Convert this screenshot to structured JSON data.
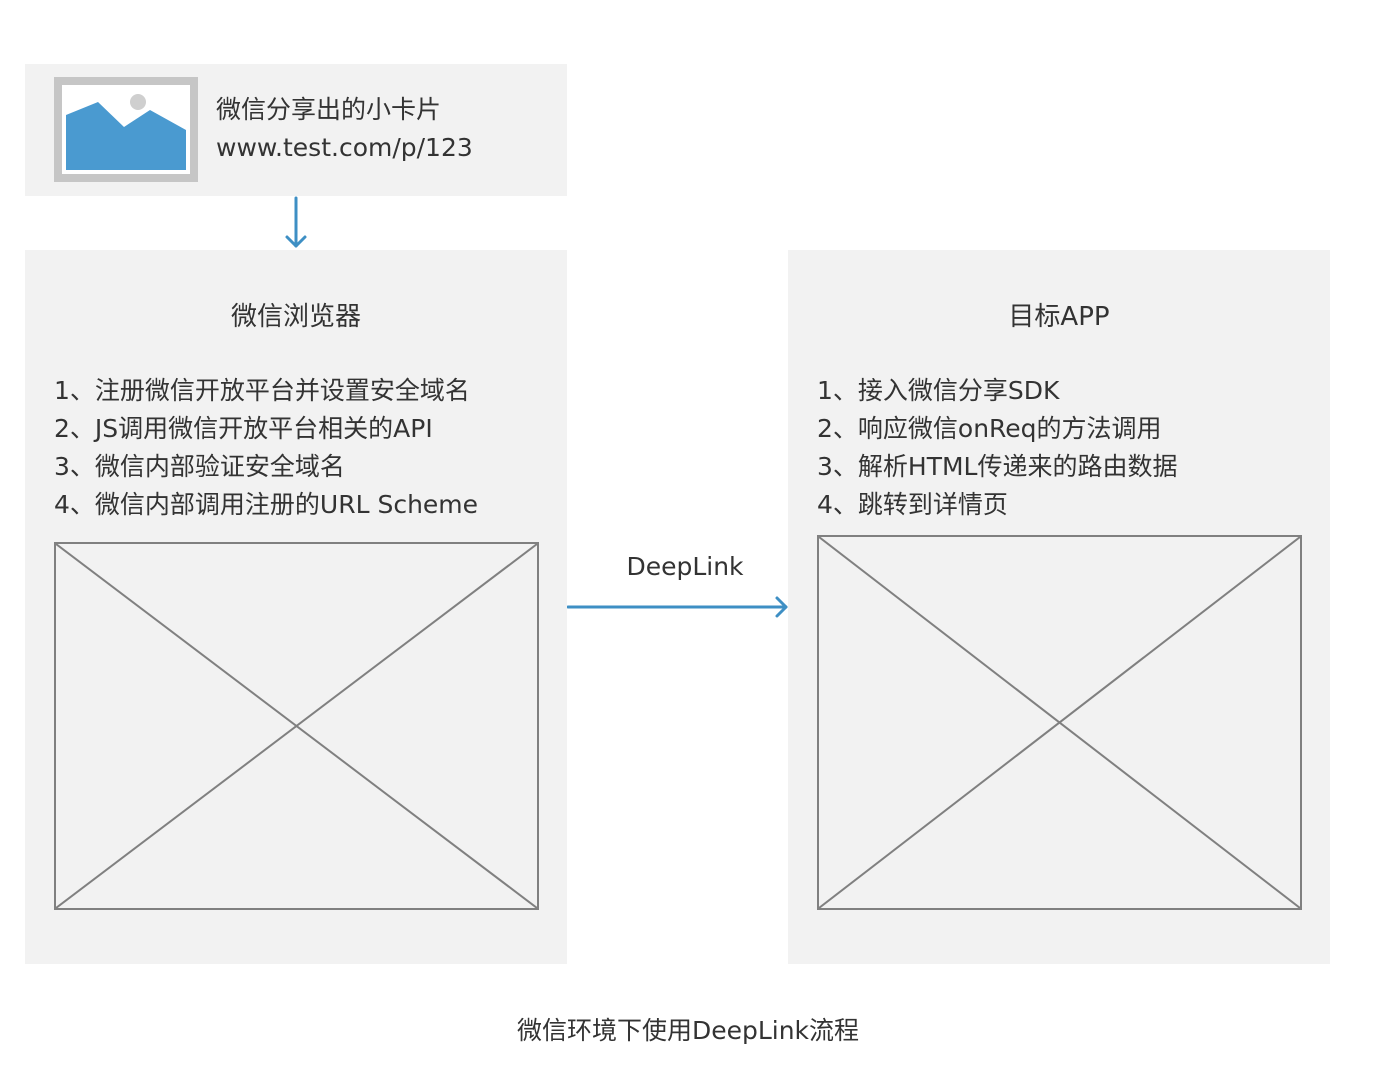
{
  "share_card": {
    "title": "微信分享出的小卡片",
    "url": "www.test.com/p/123"
  },
  "browser": {
    "title": "微信浏览器",
    "steps": [
      "1、注册微信开放平台并设置安全域名",
      "2、JS调用微信开放平台相关的API",
      "3、微信内部验证安全域名",
      "4、微信内部调用注册的URL Scheme"
    ]
  },
  "app": {
    "title": "目标APP",
    "steps": [
      "1、接入微信分享SDK",
      "2、响应微信onReq的方法调用",
      "3、解析HTML传递来的路由数据",
      "4、跳转到详情页"
    ]
  },
  "edge_label": "DeepLink",
  "caption": "微信环境下使用DeepLink流程",
  "colors": {
    "box_bg": "#f2f2f2",
    "arrow": "#3e8fc4",
    "image_blue": "#4a9ad0",
    "placeholder_stroke": "#808080",
    "text": "#333333"
  }
}
